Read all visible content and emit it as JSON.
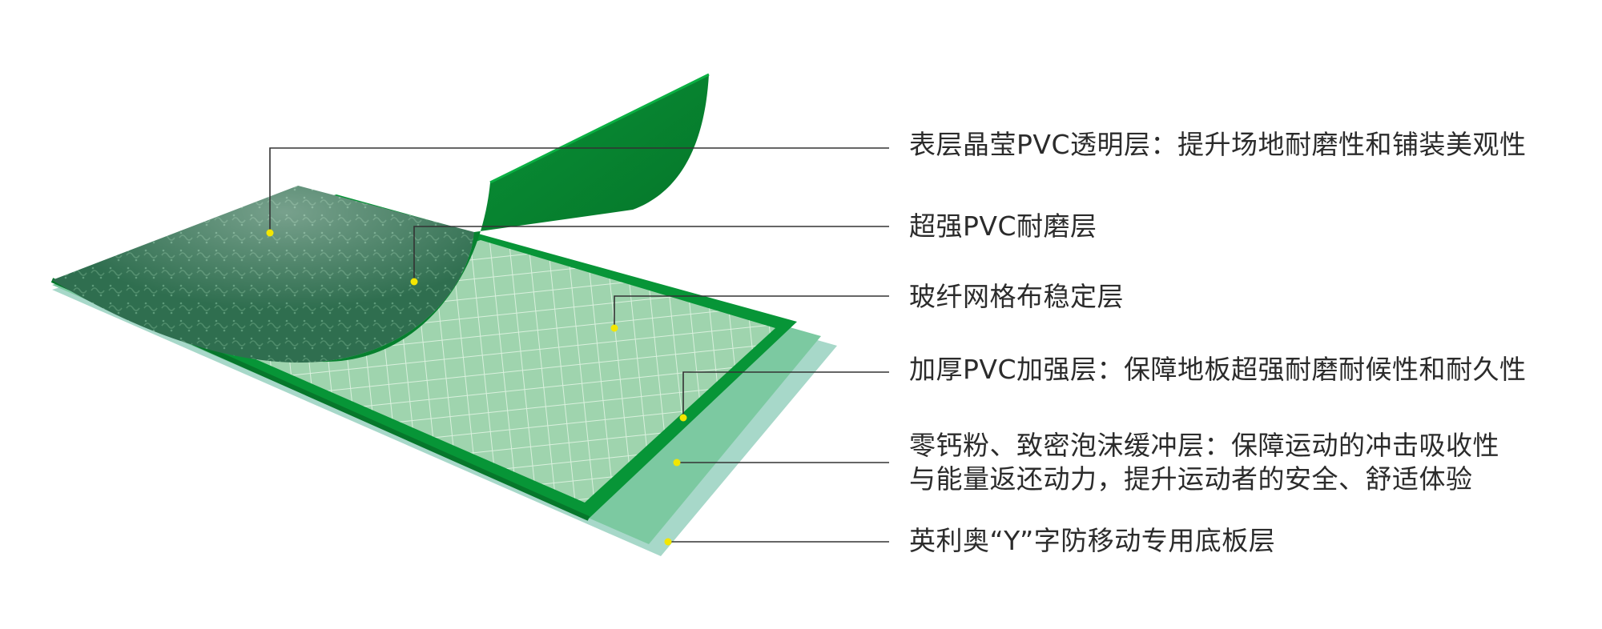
{
  "layers": [
    {
      "id": "layer-1",
      "lines": [
        "表层晶莹PVC透明层：提升场地耐磨性和铺装美观性"
      ]
    },
    {
      "id": "layer-2",
      "lines": [
        "超强PVC耐磨层"
      ]
    },
    {
      "id": "layer-3",
      "lines": [
        "玻纤网格布稳定层"
      ]
    },
    {
      "id": "layer-4",
      "lines": [
        "加厚PVC加强层：保障地板超强耐磨耐候性和耐久性"
      ]
    },
    {
      "id": "layer-5",
      "lines": [
        "零钙粉、致密泡沫缓冲层：保障运动的冲击吸收性",
        "与能量返还动力，提升运动者的安全、舒适体验"
      ]
    },
    {
      "id": "layer-6",
      "lines": [
        "英利奥“Y”字防移动专用底板层"
      ]
    }
  ],
  "colors": {
    "surface_green": "#2f6e4f",
    "peel_green": "#07852f",
    "grid_green": "#93cba4",
    "base_band": "#7cc9a1",
    "bottom_layer": "#a7d8c9",
    "marker_dot": "#f3e600",
    "leader_line": "#333333"
  }
}
